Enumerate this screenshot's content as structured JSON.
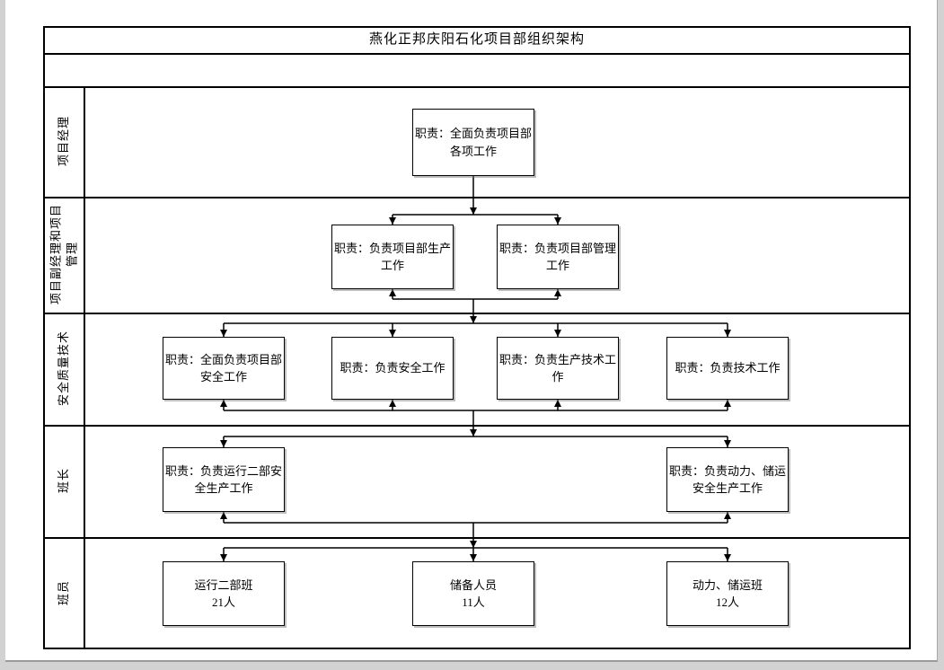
{
  "document": {
    "title": "燕化正邦庆阳石化项目部组织架构"
  },
  "lanes": [
    {
      "label": "项目经理"
    },
    {
      "label": "项目副经理和项目管理"
    },
    {
      "label": "安全质量技术"
    },
    {
      "label": "班长"
    },
    {
      "label": "班员"
    }
  ],
  "org": {
    "project_manager": {
      "duty": "职责：全面负责项目部各项工作"
    },
    "deputy_managers": [
      {
        "duty": "职责：负责项目部生产工作"
      },
      {
        "duty": "职责：负责项目部管理工作"
      }
    ],
    "safety_quality_tech": [
      {
        "duty": "职责：全面负责项目部安全工作"
      },
      {
        "duty": "职责：负责安全工作"
      },
      {
        "duty": "职责：负责生产技术工作"
      },
      {
        "duty": "职责：负责技术工作"
      }
    ],
    "team_leaders": [
      {
        "duty": "职责：负责运行二部安全生产工作"
      },
      {
        "duty": "职责：负责动力、储运安全生产工作"
      }
    ],
    "teams": [
      {
        "name": "运行二部班",
        "headcount": "21人"
      },
      {
        "name": "储备人员",
        "headcount": "11人"
      },
      {
        "name": "动力、储运班",
        "headcount": "12人"
      }
    ]
  },
  "colors": {
    "line": "#000000",
    "page_bg": "#ffffff",
    "canvas_bg": "#d2d2d2"
  }
}
